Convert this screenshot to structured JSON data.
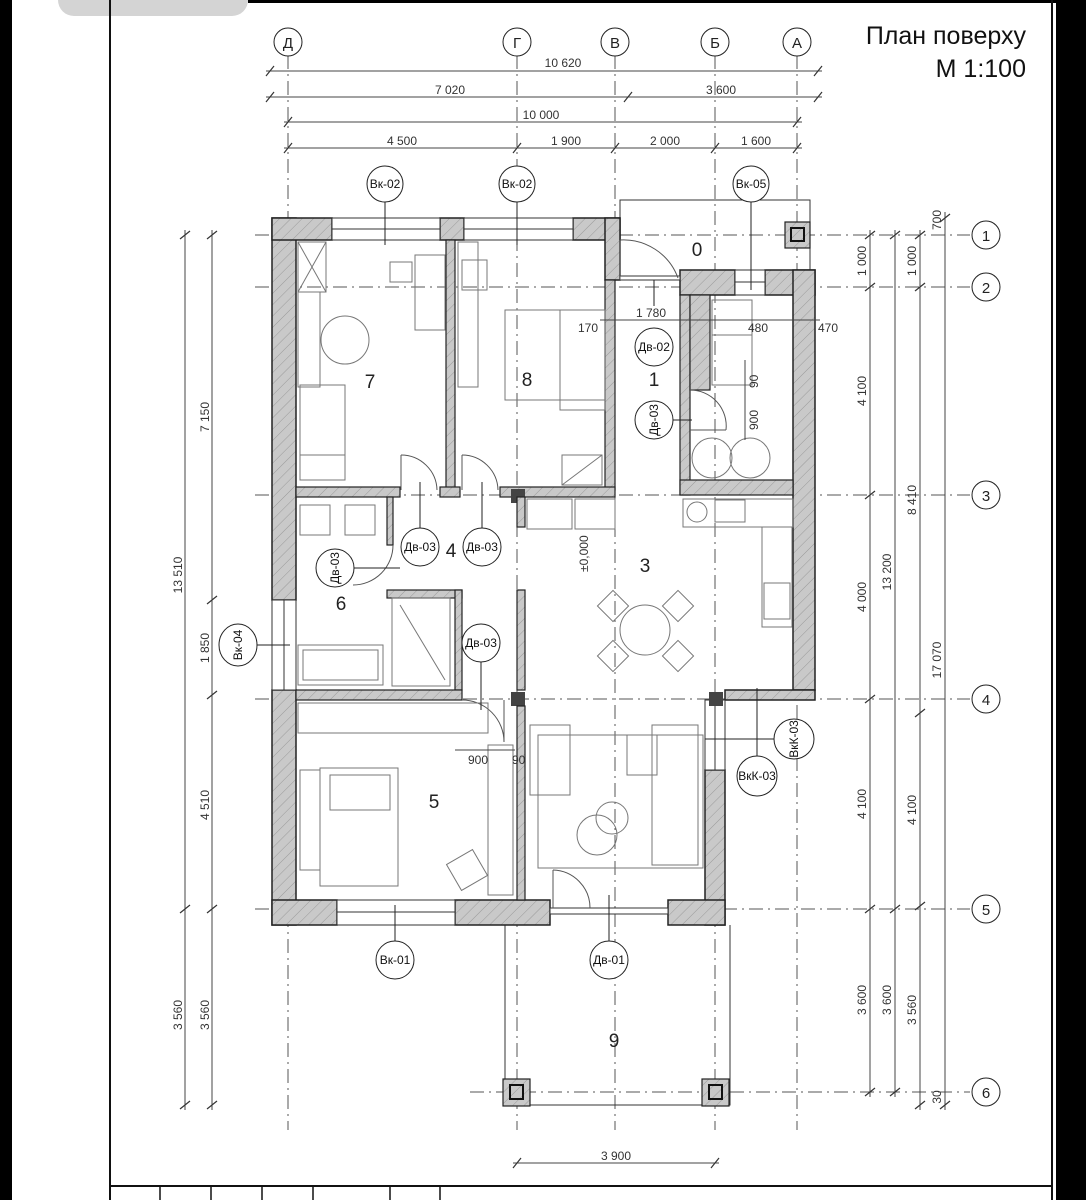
{
  "title": "План поверху",
  "scale": "М 1:100",
  "axes_letters": [
    "Д",
    "Г",
    "В",
    "Б",
    "А"
  ],
  "axes_numbers": [
    "1",
    "2",
    "3",
    "4",
    "5",
    "6"
  ],
  "dims_top": {
    "row1": [
      "10 620"
    ],
    "row2": [
      "7 020",
      "3 600"
    ],
    "row3": [
      "10 000"
    ],
    "row4": [
      "4 500",
      "1 900",
      "2 000",
      "1 600"
    ]
  },
  "dims_left": {
    "outer": [
      "13 510",
      "3 560"
    ],
    "inner": [
      "7 150",
      "1 850",
      "4 510",
      "3 560"
    ]
  },
  "dims_right": {
    "col1": [
      "1 000",
      "4 100",
      "4 000",
      "4 100",
      "3 600"
    ],
    "col2": [
      "13 200",
      "3 600"
    ],
    "col3": [
      "1 000",
      "8 410",
      "4 100",
      "3 560"
    ],
    "col4": [
      "700",
      "17 070",
      "30"
    ]
  },
  "dims_bottom": [
    "3 900"
  ],
  "dims_interior": [
    "170",
    "1 780",
    "480",
    "470",
    "90",
    "900",
    "900",
    "90"
  ],
  "rooms": [
    "0",
    "1",
    "3",
    "4",
    "5",
    "6",
    "7",
    "8",
    "9"
  ],
  "tags": {
    "window_vk02": "Вк-02",
    "window_vk05": "Вк-05",
    "window_vk04": "Вк-04",
    "window_vk01": "Вк-01",
    "window_vkk03": "ВкК-03",
    "door_dv02": "Дв-02",
    "door_dv03": "Дв-03",
    "door_dv01": "Дв-01"
  },
  "level_mark": "±0,000"
}
